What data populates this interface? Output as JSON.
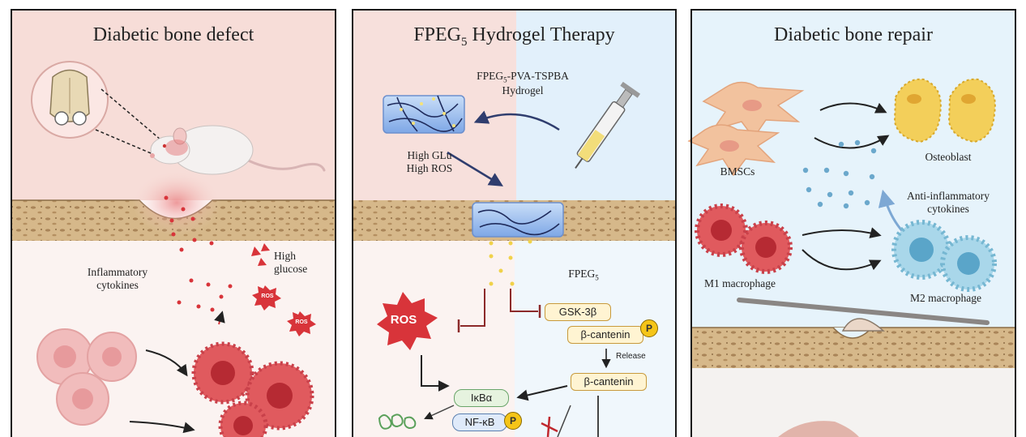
{
  "panels": {
    "left": {
      "title": "Diabetic bone defect",
      "labels": {
        "cytokines": "Inflammatory\ncytokines",
        "glucose": "High\nglucose",
        "ros_small_1": "ROS",
        "ros_small_2": "ROS"
      }
    },
    "middle": {
      "title_main": "FPEG",
      "title_sub": "5",
      "title_rest": " Hydrogel Therapy",
      "hydrogel_main": "FPEG",
      "hydrogel_sub": "5",
      "hydrogel_rest": "-PVA-TSPBA",
      "hydrogel_line2": "Hydrogel",
      "conditions": "High GLu\nHigh ROS",
      "fpeg_main": "FPEG",
      "fpeg_sub": "5",
      "ros": "ROS",
      "gsk": "GSK-3β",
      "beta1": "β-cantenin",
      "release": "Release",
      "beta2": "β-cantenin",
      "ikb": "IκBα",
      "nfkb": "NF-κB",
      "phospho_1": "P",
      "phospho_2": "P"
    },
    "right": {
      "title": "Diabetic bone repair",
      "osteoblast": "Osteoblast",
      "bmscs": "BMSCs",
      "anti": "Anti-inflammatory\ncytokines",
      "m1": "M1 macrophage",
      "m2": "M2 macrophage"
    }
  },
  "colors": {
    "left_bg_top": "#f7ddd8",
    "middle_bg_left": "#f7e0dc",
    "middle_bg_right": "#e2f0fb",
    "right_bg_top": "#e6f3fb",
    "bone": "#d9bb8e",
    "ros_red": "#d8343a",
    "macrophage_red": "#e05a5e",
    "macrophage_blue": "#8fc8e0",
    "osteoblast_yellow": "#f3cf5a"
  }
}
